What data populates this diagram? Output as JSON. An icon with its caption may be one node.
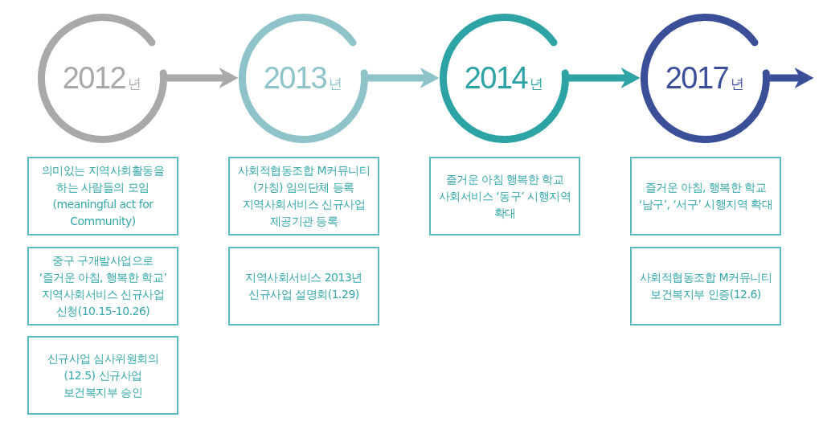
{
  "diagram": {
    "nodes": [
      {
        "text": [
          "2012년"
        ]
      },
      {
        "text": [
          "의미있는 지역사회활동을 하는 사람들의 모임 (meaningful act for Community)"
        ]
      },
      {
        "text": [
          "중구 구개발사업으로 ‘즐거운 아침, 행복한 학교’ 지역사회서비스 신규사업 신청(10.15-10.26)"
        ]
      },
      {
        "text": [
          "신규사업 심사위원회의(12.5) 신규사업 보건복지부 승인"
        ]
      },
      {
        "text": [
          "2013년"
        ]
      },
      {
        "text": [
          "사회적협동조합 M커뮤니티 (가칭) 임의단체 등록 지역사회서비스 신규사업 제공기관 등록"
        ]
      },
      {
        "text": [
          "지역사회서비스 2013년 신규사업 설명회(1.29)"
        ]
      },
      {
        "text": [
          "2014년"
        ]
      },
      {
        "text": [
          "즐거운 아침 행복한 학교 사회서비스 ‘동구’ 시행지역 확대"
        ]
      },
      {
        "text": [
          "2017년"
        ]
      },
      {
        "text": [
          "즐거운 아침, 행복한 학교 ‘남구’, ‘서구’ 시행지역 확대"
        ]
      },
      {
        "text": [
          "사회적협동조합 M커뮤니티 보건복지부 인증(12.6)"
        ]
      }
    ],
    "edges": [
      {
        "from": 0,
        "to": 4,
        "arrow": "to",
        "color": "#a9a9a9"
      },
      {
        "from": 4,
        "to": 7,
        "arrow": "to",
        "color": "#8ec3ca"
      },
      {
        "from": 7,
        "to": 9,
        "arrow": "to",
        "color": "#2ea3a6"
      },
      {
        "from": 9,
        "to": null,
        "arrow": "to",
        "color": "#3b4f99"
      }
    ]
  }
}
